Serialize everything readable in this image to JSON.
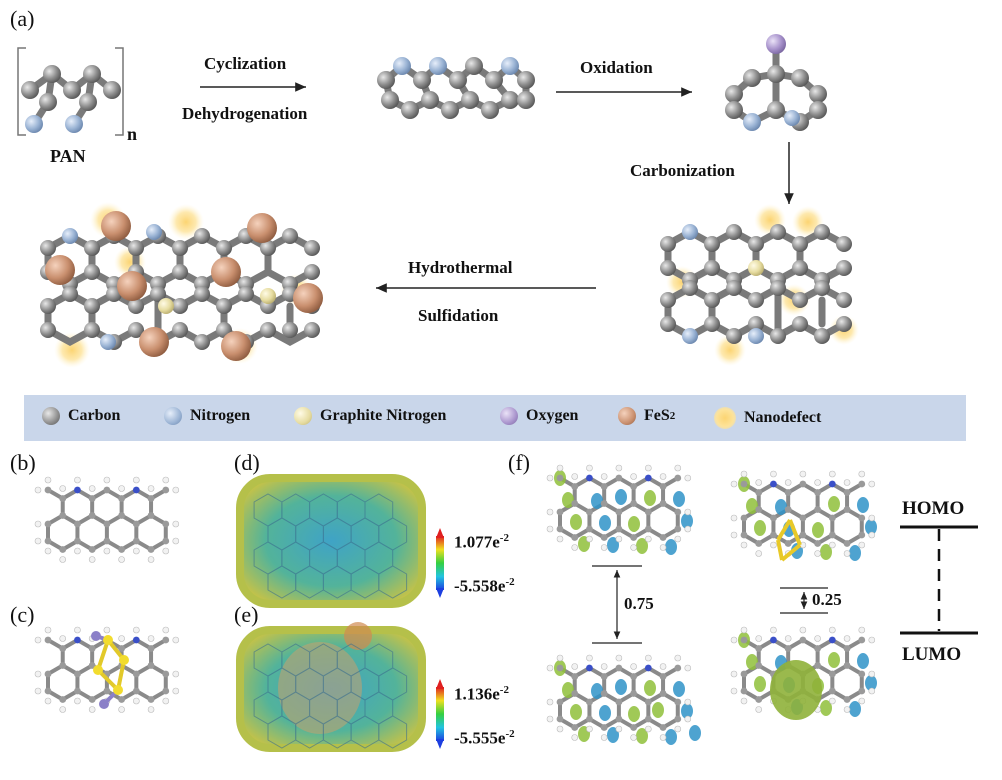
{
  "panels": {
    "a": "(a)",
    "b": "(b)",
    "c": "(c)",
    "d": "(d)",
    "e": "(e)",
    "f": "(f)"
  },
  "pan": {
    "label": "PAN",
    "subscript": "n"
  },
  "steps": {
    "cyclization": "Cyclization",
    "dehydrogenation": "Dehydrogenation",
    "oxidation": "Oxidation",
    "carbonization": "Carbonization",
    "hydrothermal": "Hydrothermal",
    "sulfidation": "Sulfidation"
  },
  "legend": {
    "carbon": "Carbon",
    "nitrogen": "Nitrogen",
    "graphite_nitrogen": "Graphite Nitrogen",
    "oxygen": "Oxygen",
    "fes2_base": "FeS",
    "fes2_sub": "2",
    "nanodefect": "Nanodefect"
  },
  "esp_d": {
    "max": "1.077e",
    "max_exp": "-2",
    "min": "-5.558e",
    "min_exp": "-2"
  },
  "esp_e": {
    "max": "1.136e",
    "max_exp": "-2",
    "min": "-5.555e",
    "min_exp": "-2"
  },
  "gaps": {
    "left": "0.75",
    "right": "0.25"
  },
  "energy": {
    "homo": "HOMO",
    "lumo": "LUMO"
  },
  "colors": {
    "carbon": "#8c8c8c",
    "nitrogen": "#9ab3d4",
    "graphite_nitrogen": "#e6dca0",
    "oxygen": "#a893cc",
    "fes2": "#c98f6e",
    "nanodefect": "#fde39a",
    "legend_bg": "#c9d6ea"
  }
}
